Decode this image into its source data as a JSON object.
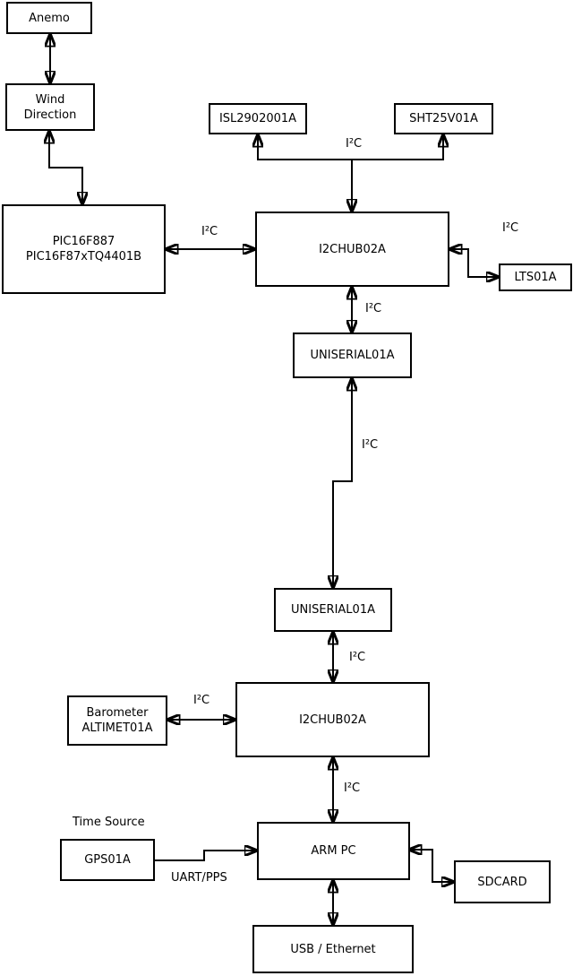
{
  "diagram": {
    "nodes": {
      "anemo": {
        "label": "Anemo"
      },
      "wind_direction": {
        "line1": "Wind",
        "line2": "Direction"
      },
      "pic": {
        "line1": "PIC16F887",
        "line2": "PIC16F87xTQ4401B"
      },
      "isl": {
        "label": "ISL2902001A"
      },
      "sht": {
        "label": "SHT25V01A"
      },
      "i2c_hub_top": {
        "label": "I2CHUB02A"
      },
      "lts": {
        "label": "LTS01A"
      },
      "uniserial_top": {
        "label": "UNISERIAL01A"
      },
      "uniserial_bottom": {
        "label": "UNISERIAL01A"
      },
      "i2c_hub_bottom": {
        "label": "I2CHUB02A"
      },
      "barometer": {
        "line1": "Barometer",
        "line2": "ALTIMET01A"
      },
      "gps": {
        "label": "GPS01A"
      },
      "arm_pc": {
        "label": "ARM PC"
      },
      "sdcard": {
        "label": "SDCARD"
      },
      "usb_ethernet": {
        "label": "USB / Ethernet"
      }
    },
    "labels": {
      "i2c": "I²C",
      "uart_pps": "UART/PPS",
      "time_source": "Time Source"
    },
    "colors": {
      "line": "#000000",
      "box_border": "#000000",
      "box_fill": "#ffffff",
      "text": "#000000",
      "background": "#ffffff"
    }
  }
}
